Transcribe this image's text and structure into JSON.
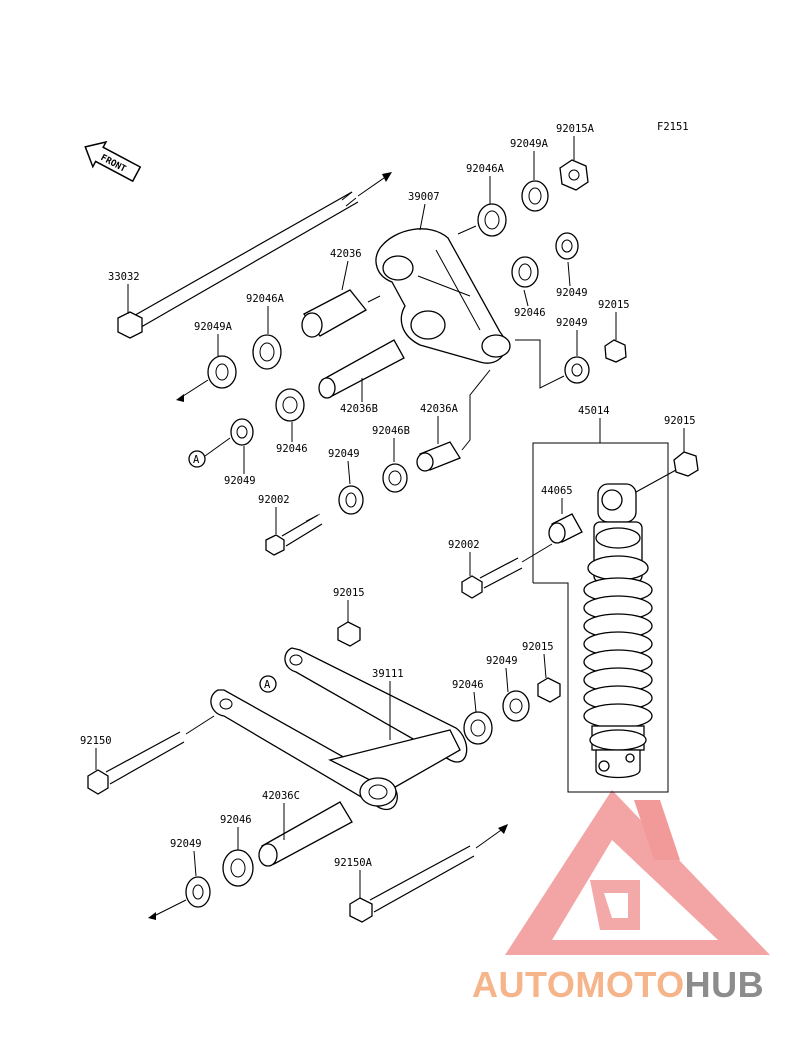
{
  "figure_code": "F2151",
  "front_label": "FRONT",
  "ref_marker": "A",
  "parts": {
    "p33032": "33032",
    "p39007": "39007",
    "p42036": "42036",
    "p92046A_top": "92046A",
    "p92049A_top": "92049A",
    "p92015A": "92015A",
    "p92046A_left": "92046A",
    "p92049A_left": "92049A",
    "p92046_right": "92046",
    "p92049_right1": "92049",
    "p92049_right2": "92049",
    "p92015_right": "92015",
    "p42036B": "42036B",
    "p42036A": "42036A",
    "p92046_left": "92046",
    "p92046B": "92046B",
    "p92049_left": "92049",
    "p92049_mid": "92049",
    "p92002_left": "92002",
    "p45014": "45014",
    "p92015_shock": "92015",
    "p44065": "44065",
    "p92002_shock": "92002",
    "p92015_rod": "92015",
    "p39111": "39111",
    "p92015_rod2": "92015",
    "p92049_rod": "92049",
    "p92046_rod": "92046",
    "p92150": "92150",
    "p42036C": "42036C",
    "p92046_bottom": "92046",
    "p92049_bottom": "92049",
    "p92150A": "92150A"
  },
  "watermark": {
    "part1": "AUTOMOTO",
    "part2": "HUB",
    "color_accent": "#f5b48a",
    "color_red": "#f08a8a",
    "color_gray": "#8c8c8c"
  }
}
